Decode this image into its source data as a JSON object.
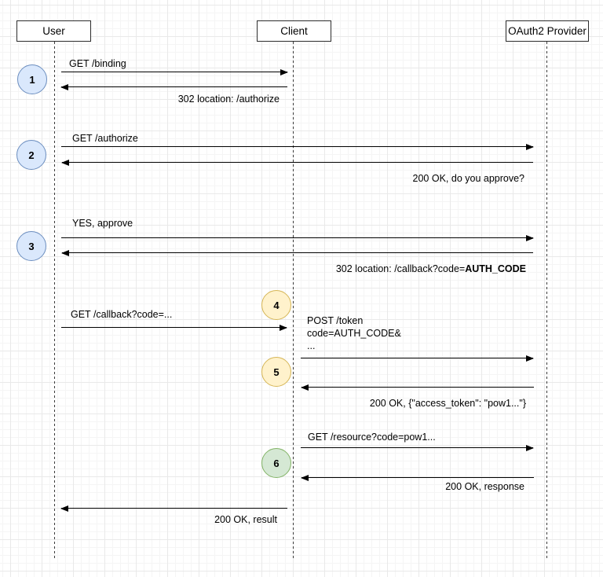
{
  "diagram": {
    "title_semantic": "OAuth2 authorization code flow sequence diagram",
    "actors": [
      {
        "name": "User"
      },
      {
        "name": "Client"
      },
      {
        "name": "OAuth2 Provider"
      }
    ],
    "steps": [
      {
        "num": "1",
        "color": "blue"
      },
      {
        "num": "2",
        "color": "blue"
      },
      {
        "num": "3",
        "color": "blue"
      },
      {
        "num": "4",
        "color": "yellow"
      },
      {
        "num": "5",
        "color": "yellow"
      },
      {
        "num": "6",
        "color": "green"
      }
    ],
    "messages": [
      {
        "label": "GET /binding",
        "from": "User",
        "to": "Client"
      },
      {
        "label": "302 location: /authorize",
        "from": "Client",
        "to": "User"
      },
      {
        "label": "GET /authorize",
        "from": "User",
        "to": "OAuth2 Provider"
      },
      {
        "label": "200 OK, do you approve?",
        "from": "OAuth2 Provider",
        "to": "User"
      },
      {
        "label": "YES, approve",
        "from": "User",
        "to": "OAuth2 Provider"
      },
      {
        "label": "302 location: /callback?code=",
        "label_bold": "AUTH_CODE",
        "from": "OAuth2 Provider",
        "to": "User"
      },
      {
        "label": "GET /callback?code=...",
        "from": "User",
        "to": "Client"
      },
      {
        "lines": [
          "POST /token",
          "code=AUTH_CODE&",
          "..."
        ],
        "from": "Client",
        "to": "OAuth2 Provider"
      },
      {
        "label": "200 OK, {\"access_token\": \"pow1...\"}",
        "from": "OAuth2 Provider",
        "to": "Client"
      },
      {
        "label": "GET /resource?code=pow1...",
        "from": "Client",
        "to": "OAuth2 Provider"
      },
      {
        "label": "200 OK, response",
        "from": "OAuth2 Provider",
        "to": "Client"
      },
      {
        "label": "200 OK, result",
        "from": "Client",
        "to": "User"
      }
    ],
    "colors": {
      "step_blue_fill": "#dae8fc",
      "step_blue_border": "#6c8ebf",
      "step_yellow_fill": "#fff2cc",
      "step_yellow_border": "#d6b656",
      "step_green_fill": "#d5e8d4",
      "step_green_border": "#82b366",
      "line_color": "#000000",
      "box_fill": "#ffffff",
      "box_border": "#2c2c2c"
    }
  }
}
